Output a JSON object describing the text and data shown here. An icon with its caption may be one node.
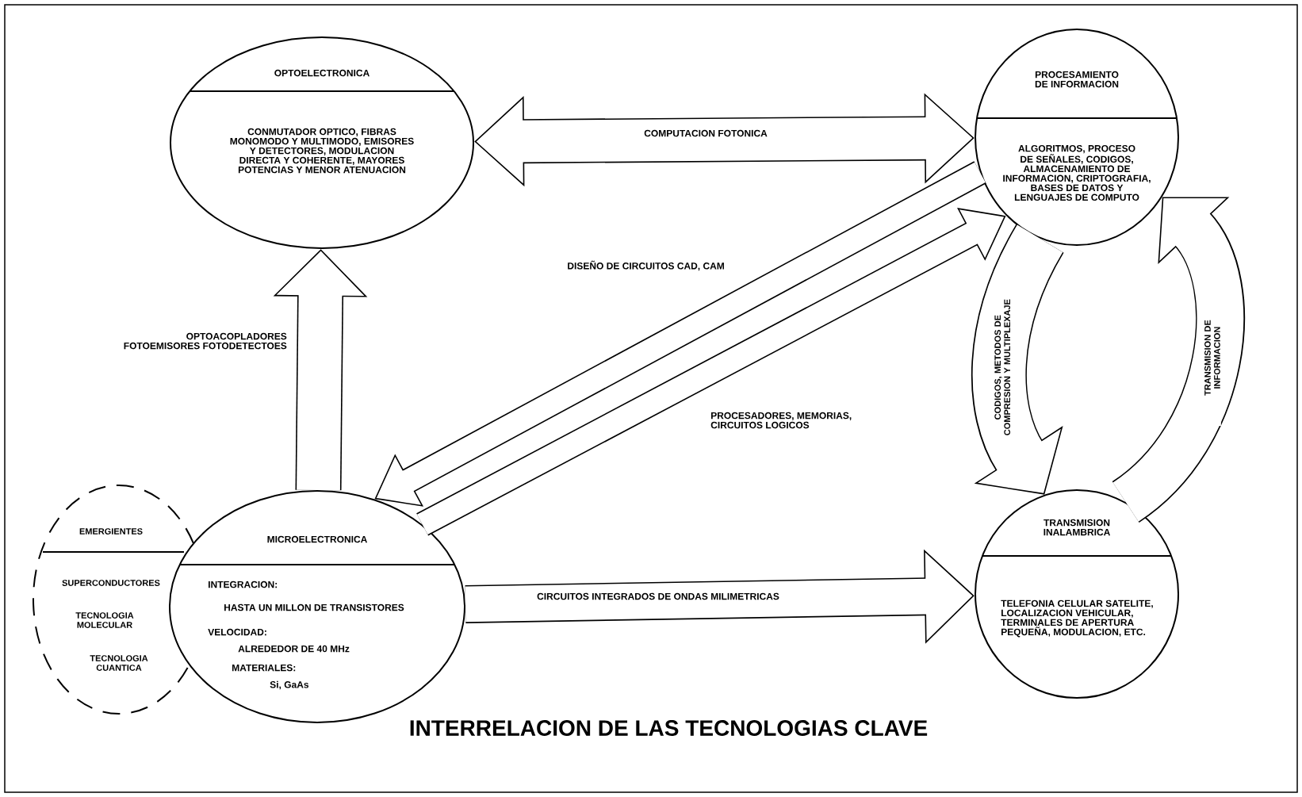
{
  "diagram": {
    "title": "INTERRELACION DE LAS TECNOLOGIAS CLAVE",
    "nodes": [
      {
        "text": [
          "OPTOELECTRONICA",
          "CONMUTADOR OPTICO, FIBRAS MONOMODO Y MULTIMODO, EMISORES Y DETECTORES, MODULACION DIRECTA Y COHERENTE, MAYORES POTENCIAS Y MENOR ATENUACION"
        ]
      },
      {
        "text": [
          "PROCESAMIENTO DE INFORMACION",
          "ALGORITMOS, PROCESO DE SEÑALES, CODIGOS, ALMACENAMIENTO DE INFORMACION, CRIPTOGRAFIA, BASES DE DATOS Y LENGUAJES DE COMPUTO"
        ]
      },
      {
        "text": [
          "EMERGIENTES",
          "SUPERCONDUCTORES",
          "TECNOLOGIA MOLECULAR",
          "TECNOLOGIA CUANTICA"
        ]
      },
      {
        "text": [
          "MICROELECTRONICA",
          "INTEGRACION:",
          "HASTA UN MILLON DE TRANSISTORES",
          "VELOCIDAD:",
          "ALREDEDOR DE 40 MHz",
          "MATERIALES:",
          "Si, GaAs"
        ]
      },
      {
        "text": [
          "TRANSMISION INALAMBRICA",
          "TELEFONIA CELULAR SATELITE, LOCALIZACION VEHICULAR, TERMINALES DE APERTURA PEQUEÑA, MODULACION, ETC."
        ]
      }
    ],
    "edges": [
      {
        "from": 0,
        "to": 1,
        "arrow": "both",
        "label": "COMPUTACION FOTONICA"
      },
      {
        "from": 3,
        "to": 0,
        "arrow": "to",
        "label": "OPTOACOPLADORES FOTOEMISORES FOTODETECTOES"
      },
      {
        "from": 1,
        "to": 3,
        "arrow": "to",
        "label": "DISEÑO DE CIRCUITOS CAD, CAM"
      },
      {
        "from": 3,
        "to": 1,
        "arrow": "to",
        "label": "PROCESADORES, MEMORIAS, CIRCUITOS LOGICOS"
      },
      {
        "from": 3,
        "to": 4,
        "arrow": "to",
        "label": "CIRCUITOS INTEGRADOS DE ONDAS MILIMETRICAS"
      },
      {
        "from": 1,
        "to": 4,
        "arrow": "to",
        "label": "CODIGOS, METODOS DE COMPRESION Y MULTIPLEXAJE"
      },
      {
        "from": 4,
        "to": 1,
        "arrow": "to",
        "label": "TRANSMISION DE INFORMACION"
      }
    ]
  }
}
